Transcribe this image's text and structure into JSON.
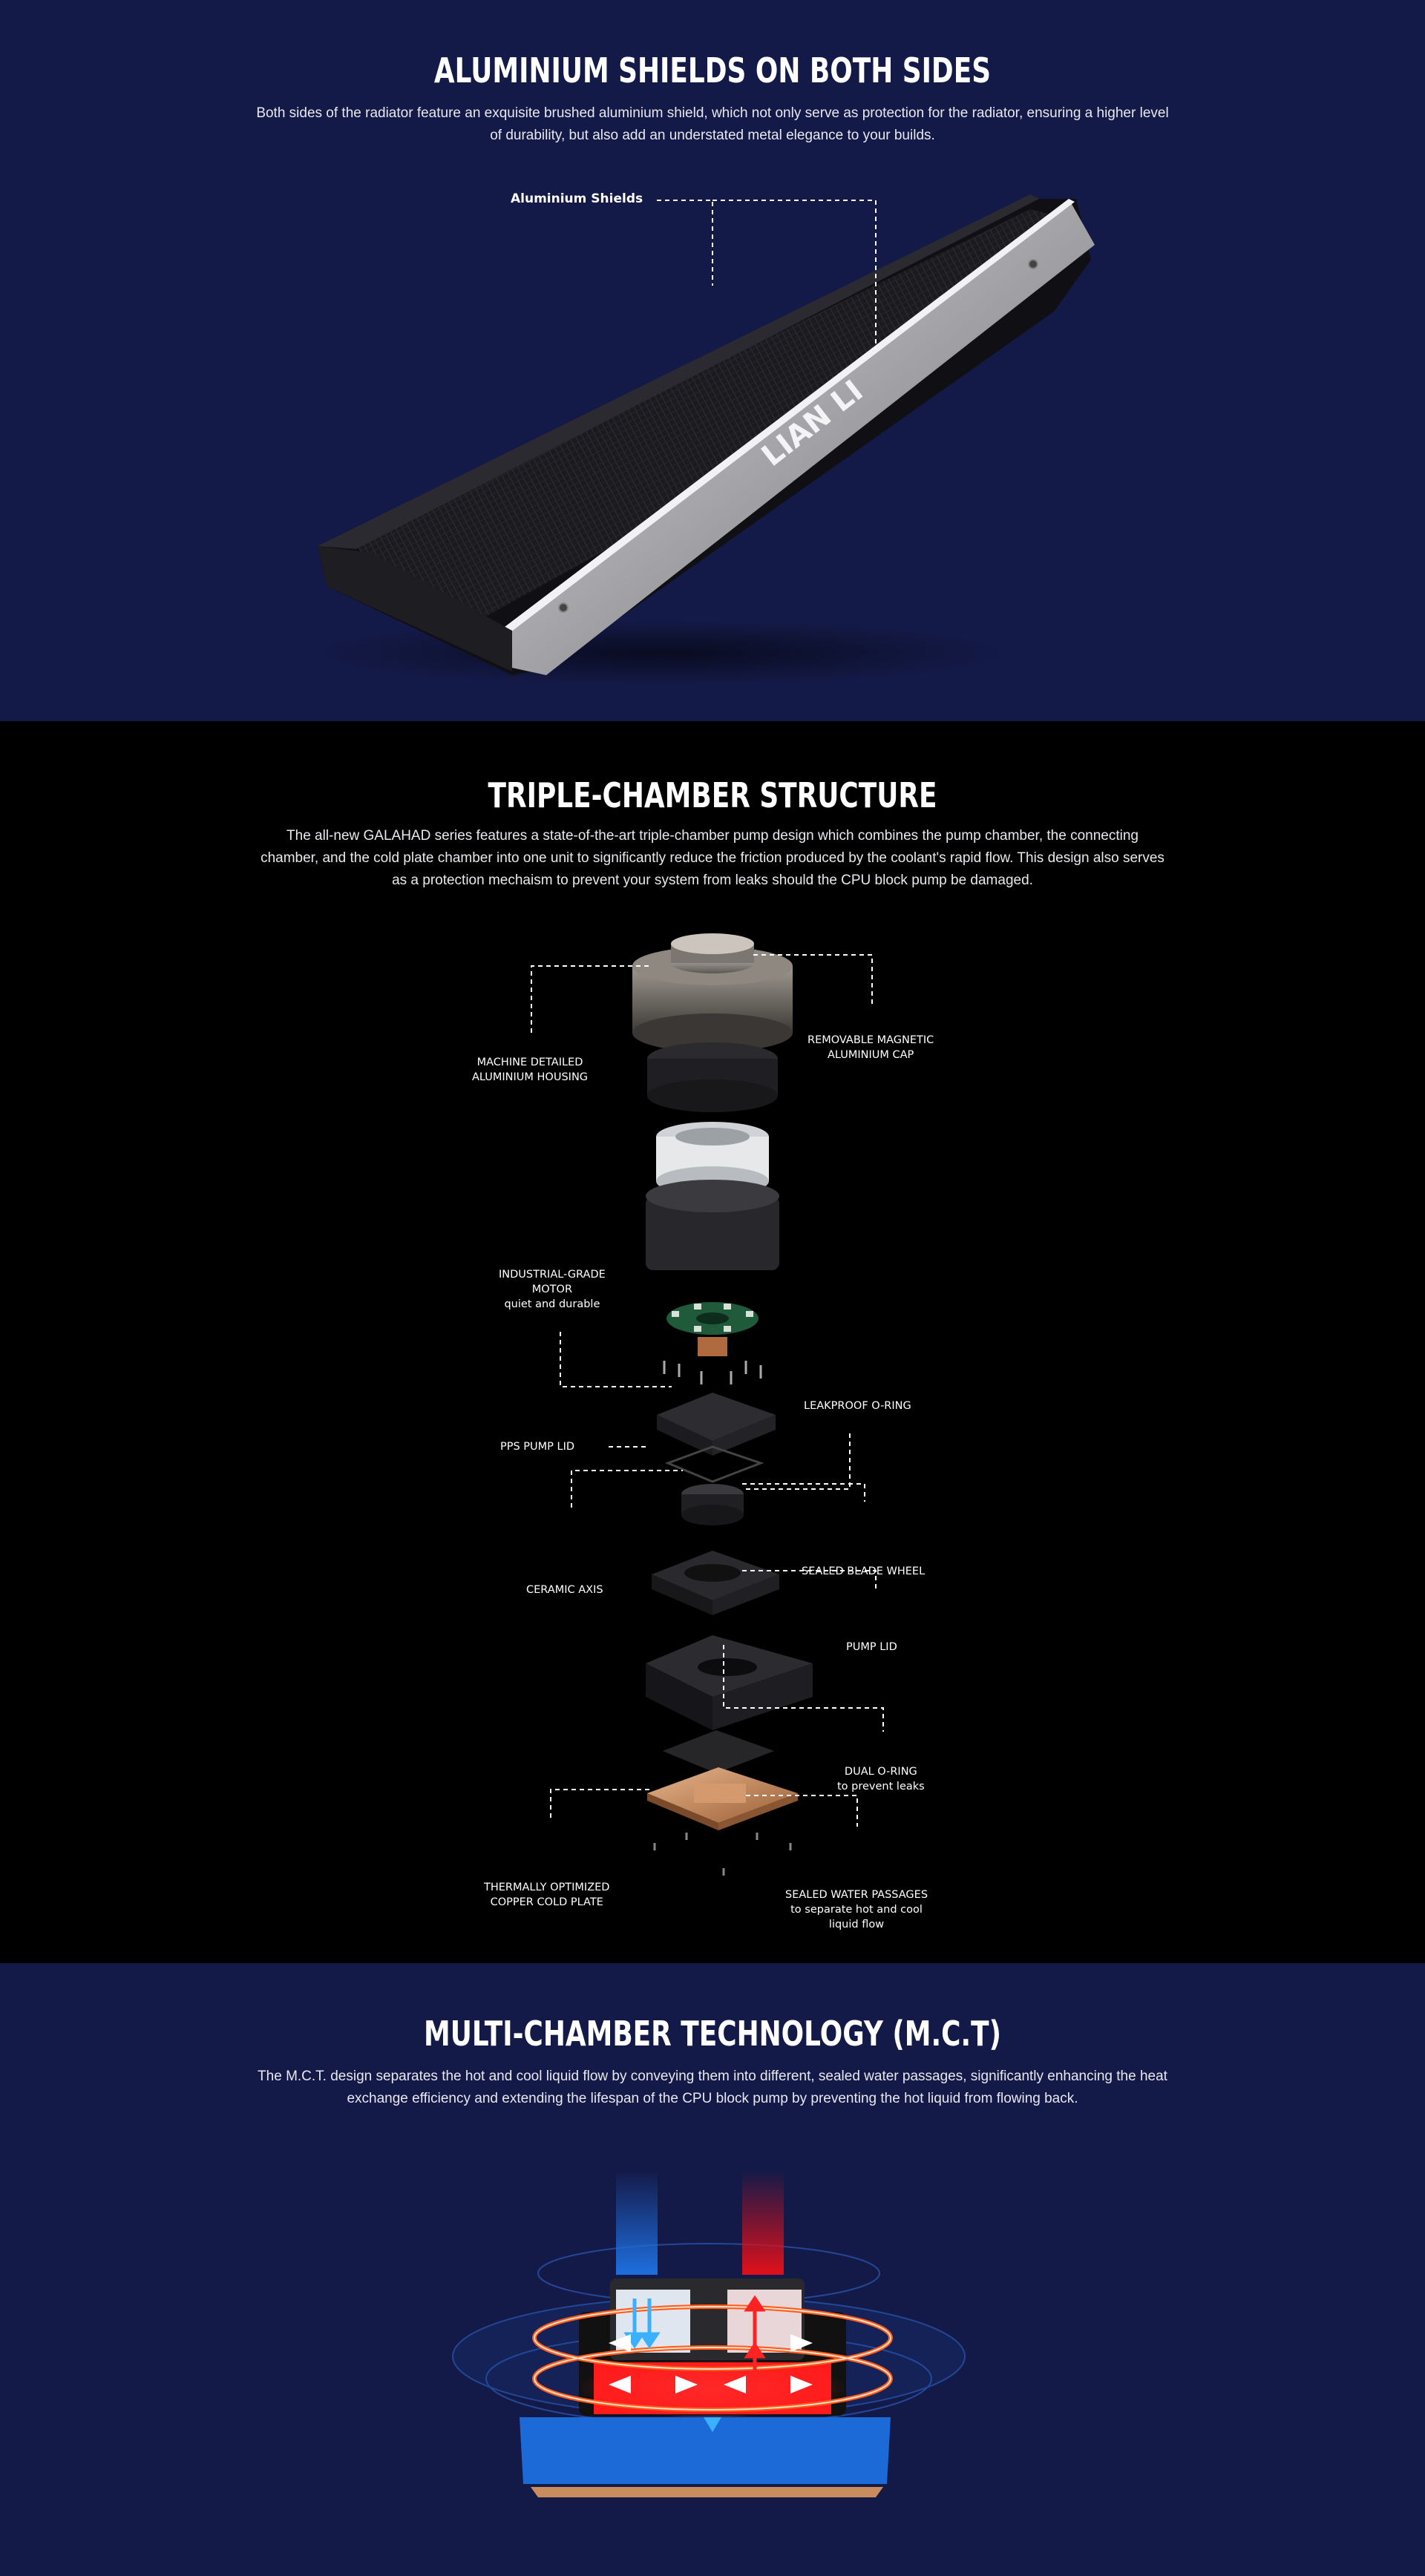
{
  "shields": {
    "title": "ALUMINIUM SHIELDS ON BOTH SIDES",
    "description": "Both sides of the radiator feature an exquisite brushed aluminium shield, which not only serve as protection for the radiator, ensuring a higher level of durability, but also add an understated metal elegance to your builds.",
    "callout": "Aluminium Shields",
    "brand": "LIAN LI"
  },
  "triple": {
    "title": "TRIPLE-CHAMBER STRUCTURE",
    "description": "The all-new GALAHAD series features a state-of-the-art triple-chamber pump design which combines the pump chamber, the connecting chamber, and the cold plate chamber into one unit to significantly reduce the friction produced by the coolant's rapid flow. This design also serves as a protection mechaism to prevent your system from leaks should the CPU block pump be damaged.",
    "labels": {
      "housing": "MACHINE DETAILED\nALUMINIUM HOUSING",
      "cap": "REMOVABLE MAGNETIC\nALUMINIUM CAP",
      "motor": "INDUSTRIAL-GRADE\nMOTOR\nquiet and durable",
      "oring": "LEAKPROOF O-RING",
      "pps": "PPS PUMP LID",
      "ceramic": "CERAMIC AXIS",
      "blade": "SEALED BLADE WHEEL",
      "pumplid": "PUMP LID",
      "dual": "DUAL O-RING\nto prevent leaks",
      "copper": "THERMALLY OPTIMIZED\nCOPPER COLD PLATE",
      "passages": "SEALED WATER PASSAGES\nto separate hot and cool\nliquid flow"
    }
  },
  "mct": {
    "title": "MULTI-CHAMBER TECHNOLOGY (M.C.T)",
    "description": "The M.C.T. design separates the hot and cool liquid flow by conveying them into different, sealed water passages, significantly enhancing the heat exchange efficiency and extending the lifespan of the CPU block pump by preventing the hot liquid from flowing back."
  },
  "colors": {
    "navy": "#141a48",
    "black": "#000000",
    "hot": "#e0101a",
    "cool": "#1e6fe0",
    "copper": "#c98c5c"
  }
}
